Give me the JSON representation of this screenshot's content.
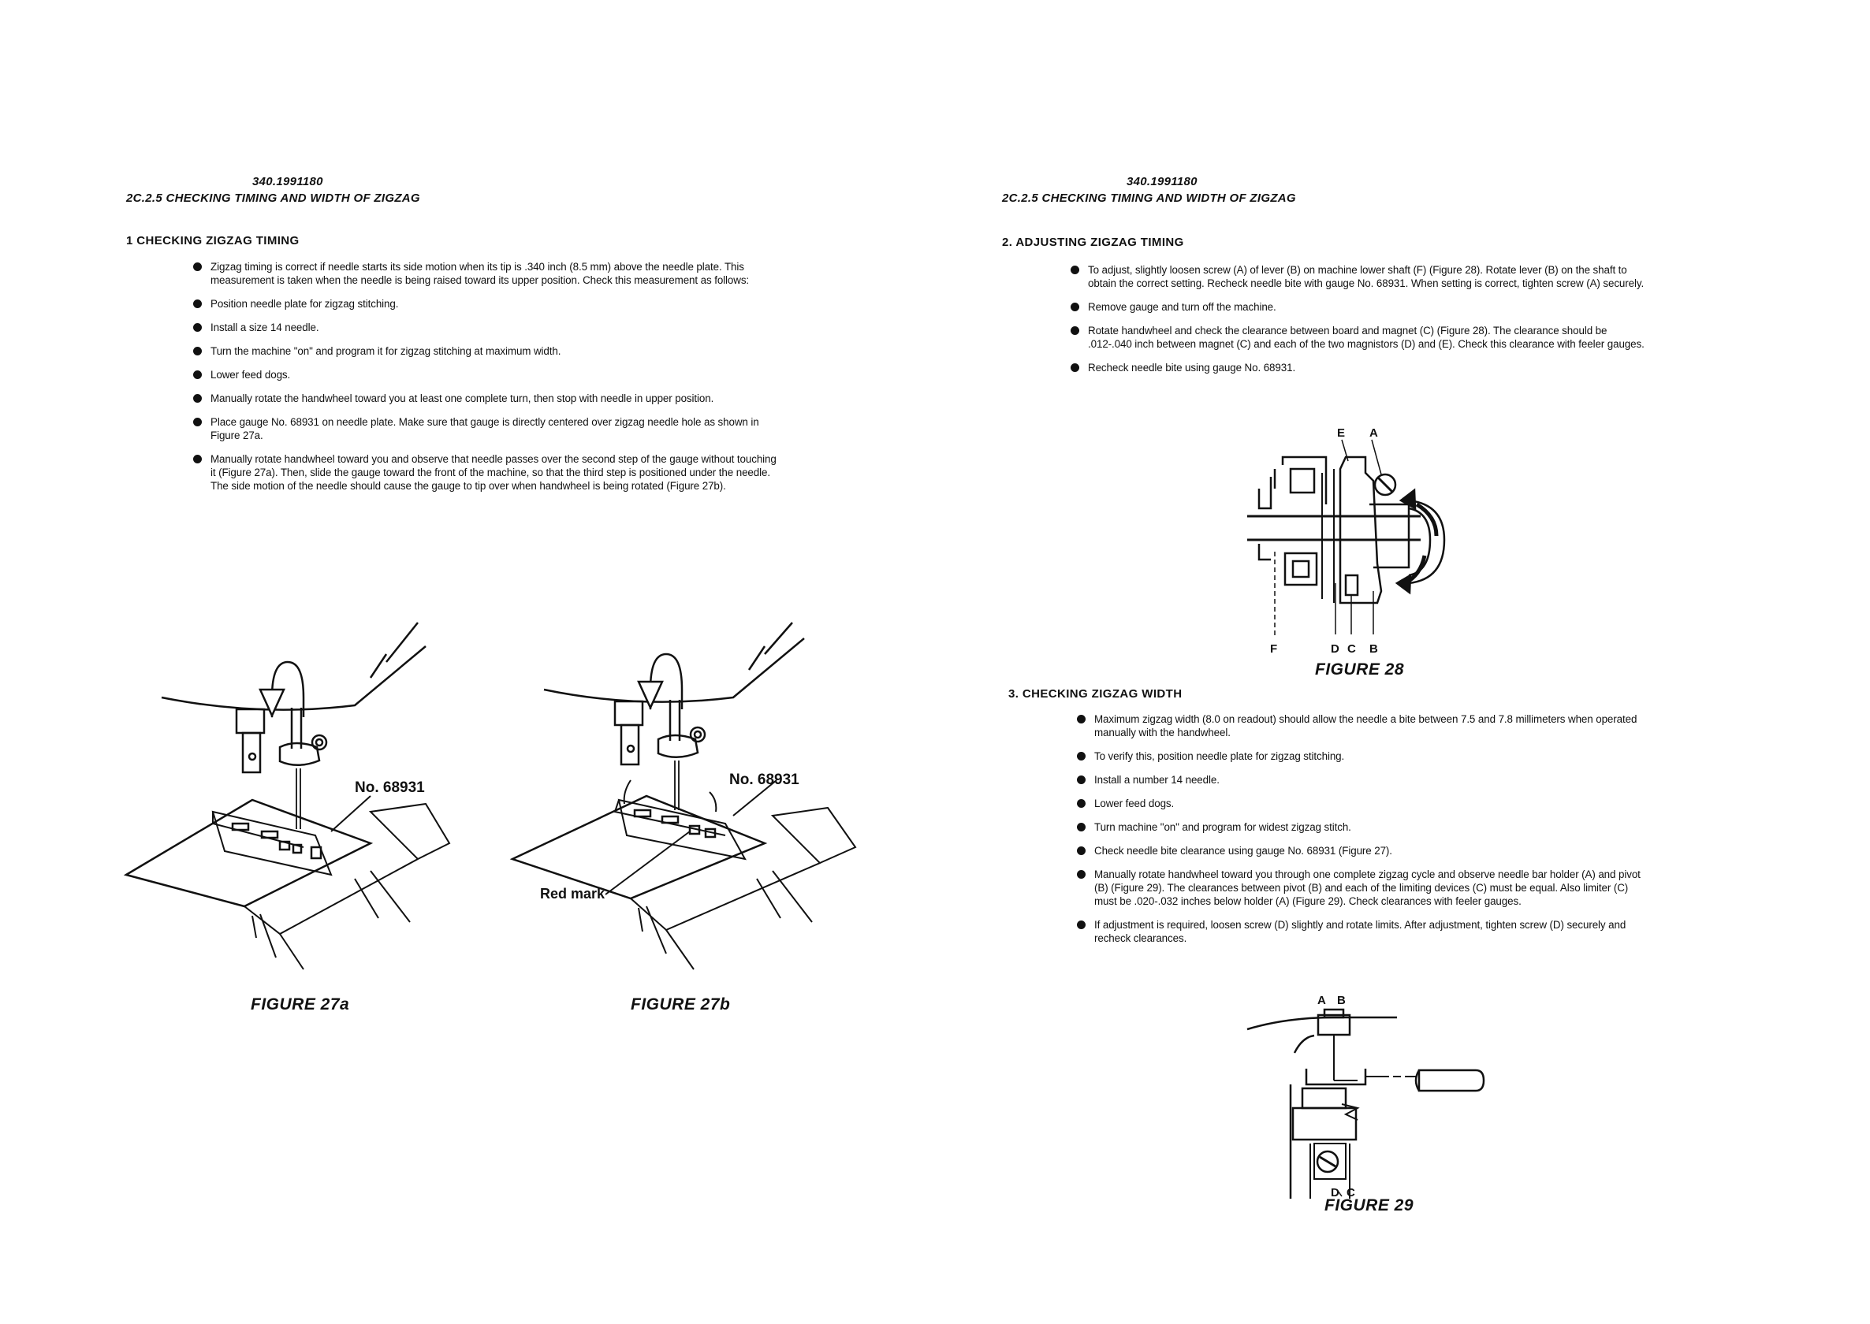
{
  "left_page": {
    "doc_number": "340.1991180",
    "section_title": "2C.2.5 CHECKING TIMING AND WIDTH OF ZIGZAG",
    "subsection": "1 CHECKING ZIGZAG TIMING",
    "bullets": [
      "Zigzag timing is correct if needle starts its side motion when its tip is .340 inch (8.5 mm) above the needle plate. This measurement is taken when the needle is being raised toward its upper position. Check this measurement as follows:",
      "Position needle plate for zigzag stitching.",
      "Install a size 14 needle.",
      "Turn the machine \"on\" and program it for zigzag stitching at maximum width.",
      "Lower feed dogs.",
      "Manually rotate the handwheel toward you at least one complete turn, then stop with needle in upper position.",
      "Place gauge No. 68931 on needle plate. Make sure that gauge is directly centered over zigzag needle hole as shown in Figure 27a.",
      "Manually rotate handwheel toward you and observe that needle passes over the second step of the gauge without touching it (Figure 27a). Then, slide the gauge toward the front of the machine, so that the third step is positioned under the needle. The side motion of the needle should cause the gauge to tip over when handwheel is being rotated (Figure 27b)."
    ],
    "figure_27a": {
      "label": "No. 68931",
      "caption": "FIGURE 27a"
    },
    "figure_27b": {
      "label": "No. 68931",
      "red_mark_label": "Red mark",
      "caption": "FIGURE 27b"
    }
  },
  "right_page": {
    "doc_number": "340.1991180",
    "section_title": "2C.2.5 CHECKING TIMING AND WIDTH OF ZIGZAG",
    "subsection_2": "2. ADJUSTING ZIGZAG TIMING",
    "bullets_2": [
      "To adjust, slightly loosen screw (A) of lever (B) on machine lower shaft (F) (Figure 28). Rotate lever (B) on the shaft to obtain the correct setting. Recheck needle bite with gauge No. 68931. When setting is correct, tighten screw (A) securely.",
      "Remove gauge and turn off the machine.",
      "Rotate handwheel and check the clearance between board and magnet (C) (Figure 28). The clearance should be .012-.040 inch between magnet (C) and each of the two magnistors (D) and (E). Check this clearance with feeler gauges.",
      "Recheck needle bite using gauge No. 68931."
    ],
    "figure_28": {
      "labels": [
        "E",
        "A",
        "F",
        "D",
        "C",
        "B"
      ],
      "caption": "FIGURE 28"
    },
    "subsection_3": "3. CHECKING ZIGZAG WIDTH",
    "bullets_3": [
      "Maximum zigzag width (8.0 on readout) should allow the needle a bite between 7.5 and 7.8 millimeters when operated manually with the handwheel.",
      "To verify this, position needle plate for zigzag stitching.",
      "Install a number 14 needle.",
      "Lower feed dogs.",
      "Turn machine \"on\" and program for widest zigzag stitch.",
      "Check needle bite clearance using gauge No. 68931 (Figure 27).",
      "Manually rotate handwheel toward you through one complete zigzag cycle and observe needle bar holder (A) and pivot (B) (Figure 29). The clearances between pivot (B) and each of the limiting devices (C) must be equal. Also limiter (C) must be .020-.032 inches below holder (A) (Figure 29). Check clearances with feeler gauges.",
      "If adjustment is required, loosen screw (D) slightly and rotate limits. After adjustment, tighten screw (D) securely and recheck clearances."
    ],
    "figure_29": {
      "labels": [
        "A",
        "B",
        "D",
        "C"
      ],
      "caption": "FIGURE 29"
    }
  }
}
